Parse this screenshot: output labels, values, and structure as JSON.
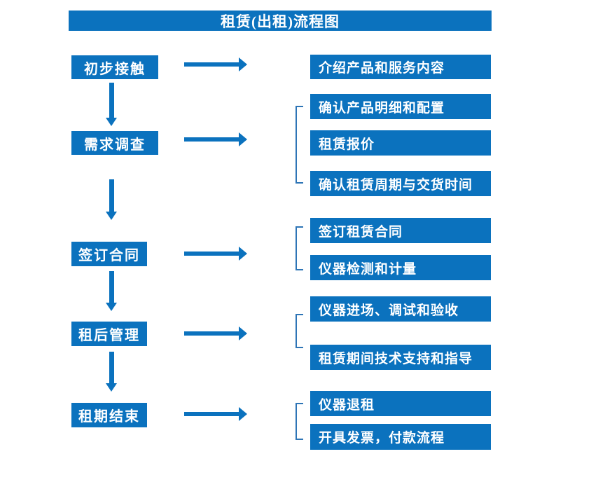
{
  "title": "租赁(出租)流程图",
  "colors": {
    "primary": "#0B72BE",
    "bracket": "#2E75B6",
    "box_text": "#FFFFFF",
    "background": "#FFFFFF"
  },
  "left_steps": [
    {
      "label": "初步接触"
    },
    {
      "label": "需求调查"
    },
    {
      "label": "签订合同"
    },
    {
      "label": "租后管理"
    },
    {
      "label": "租期结束"
    }
  ],
  "right_items": [
    {
      "label": "介绍产品和服务内容"
    },
    {
      "label": "确认产品明细和配置"
    },
    {
      "label": "租赁报价"
    },
    {
      "label": "确认租赁周期与交货时间"
    },
    {
      "label": "签订租赁合同"
    },
    {
      "label": "仪器检测和计量"
    },
    {
      "label": "仪器进场、调试和验收"
    },
    {
      "label": "租赁期间技术支持和指导"
    },
    {
      "label": "仪器退租"
    },
    {
      "label": "开具发票，付款流程"
    }
  ]
}
